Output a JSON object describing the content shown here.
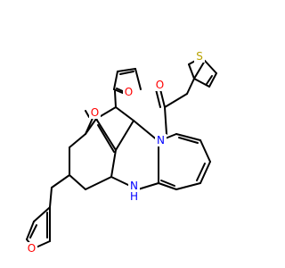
{
  "colors": {
    "bond": "#000000",
    "O": "#ff0000",
    "N": "#0000ff",
    "S": "#b8a200",
    "background": "#ffffff"
  },
  "molecule": {
    "atoms": [
      {
        "id": "O_furan_top",
        "label": "O",
        "element": "O"
      },
      {
        "id": "O_ketone_right",
        "label": "O",
        "element": "O"
      },
      {
        "id": "S_thiophene",
        "label": "S",
        "element": "S"
      },
      {
        "id": "O_ketone_left",
        "label": "O",
        "element": "O"
      },
      {
        "id": "N_amide",
        "label": "N",
        "element": "N"
      },
      {
        "id": "O_furan_bottom",
        "label": "O",
        "element": "O"
      },
      {
        "id": "N_amine",
        "label": "N",
        "element": "N"
      },
      {
        "id": "H_amine",
        "label": "H",
        "element": "N"
      }
    ]
  }
}
